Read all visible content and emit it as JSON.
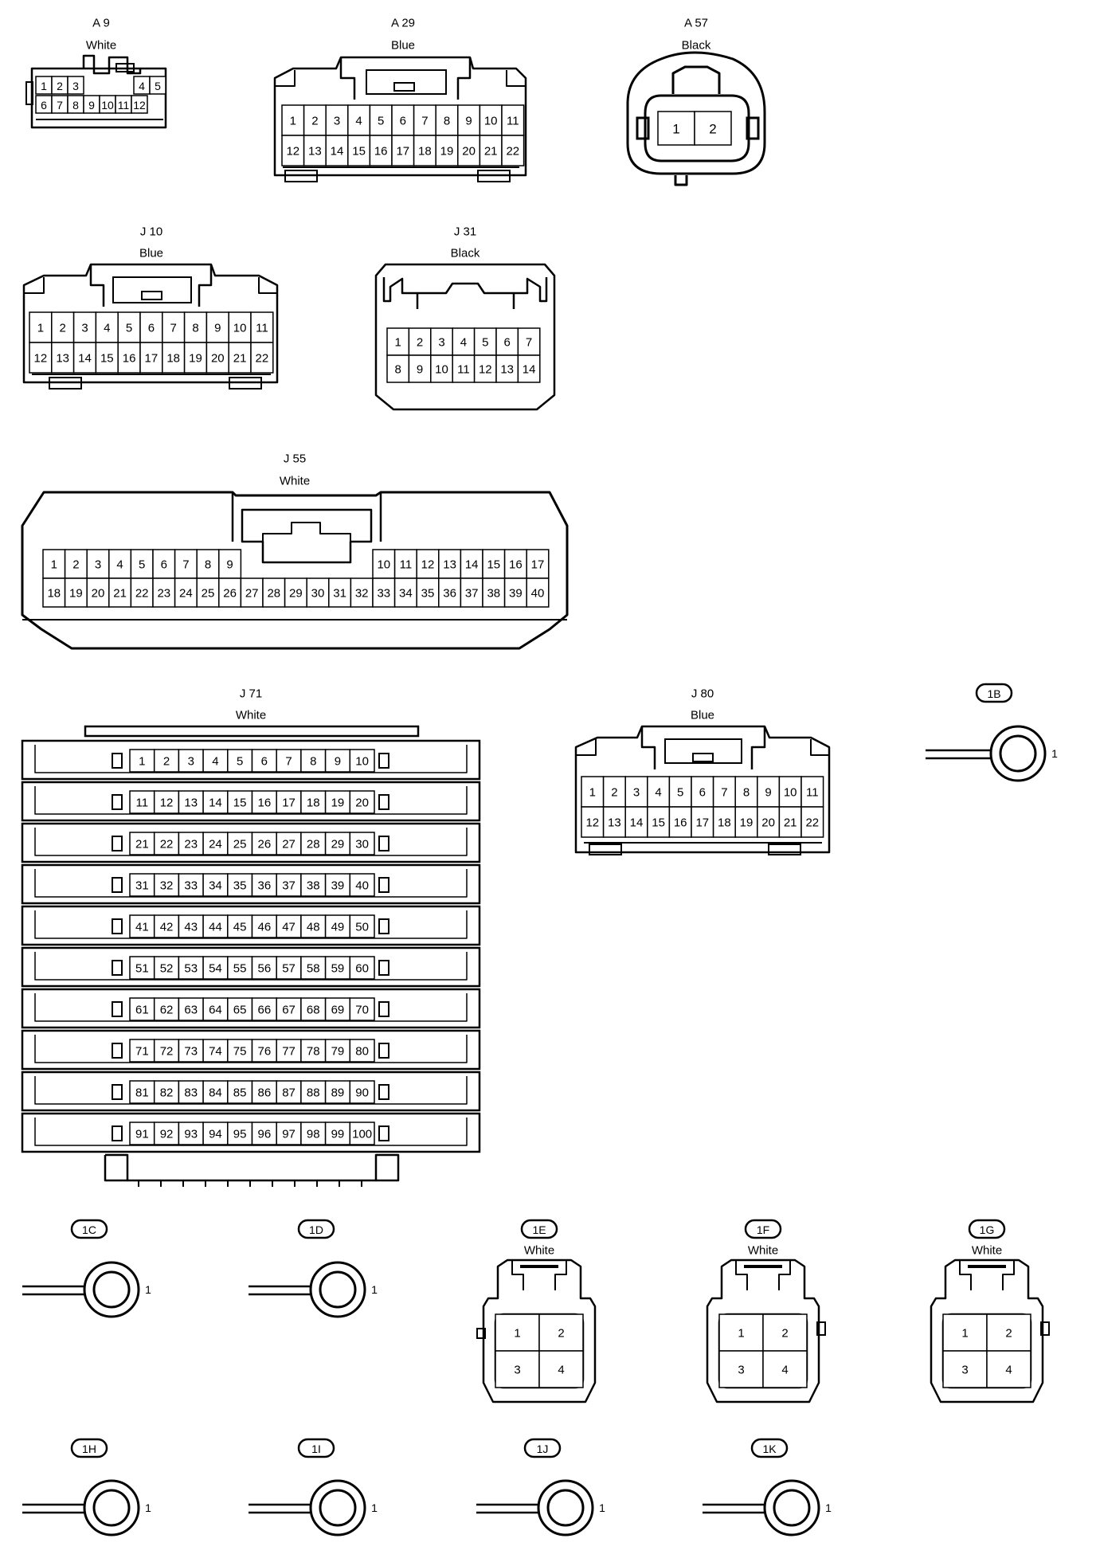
{
  "connectors": [
    {
      "id": "A 9",
      "color": "White",
      "pins": [
        "1",
        "2",
        "3",
        "4",
        "5",
        "6",
        "7",
        "8",
        "9",
        "10",
        "11",
        "12"
      ]
    },
    {
      "id": "A 29",
      "color": "Blue",
      "pins": [
        "1",
        "2",
        "3",
        "4",
        "5",
        "6",
        "7",
        "8",
        "9",
        "10",
        "11",
        "12",
        "13",
        "14",
        "15",
        "16",
        "17",
        "18",
        "19",
        "20",
        "21",
        "22"
      ]
    },
    {
      "id": "A 57",
      "color": "Black",
      "pins": [
        "1",
        "2"
      ]
    },
    {
      "id": "J 10",
      "color": "Blue",
      "pins": [
        "1",
        "2",
        "3",
        "4",
        "5",
        "6",
        "7",
        "8",
        "9",
        "10",
        "11",
        "12",
        "13",
        "14",
        "15",
        "16",
        "17",
        "18",
        "19",
        "20",
        "21",
        "22"
      ]
    },
    {
      "id": "J 31",
      "color": "Black",
      "pins": [
        "1",
        "2",
        "3",
        "4",
        "5",
        "6",
        "7",
        "8",
        "9",
        "10",
        "11",
        "12",
        "13",
        "14"
      ]
    },
    {
      "id": "J 55",
      "color": "White",
      "pins": [
        "1",
        "2",
        "3",
        "4",
        "5",
        "6",
        "7",
        "8",
        "9",
        "10",
        "11",
        "12",
        "13",
        "14",
        "15",
        "16",
        "17",
        "18",
        "19",
        "20",
        "21",
        "22",
        "23",
        "24",
        "25",
        "26",
        "27",
        "28",
        "29",
        "30",
        "31",
        "32",
        "33",
        "34",
        "35",
        "36",
        "37",
        "38",
        "39",
        "40"
      ]
    },
    {
      "id": "J 71",
      "color": "White",
      "pins": [
        "1",
        "2",
        "3",
        "4",
        "5",
        "6",
        "7",
        "8",
        "9",
        "10",
        "11",
        "12",
        "13",
        "14",
        "15",
        "16",
        "17",
        "18",
        "19",
        "20",
        "21",
        "22",
        "23",
        "24",
        "25",
        "26",
        "27",
        "28",
        "29",
        "30",
        "31",
        "32",
        "33",
        "34",
        "35",
        "36",
        "37",
        "38",
        "39",
        "40",
        "41",
        "42",
        "43",
        "44",
        "45",
        "46",
        "47",
        "48",
        "49",
        "50",
        "51",
        "52",
        "53",
        "54",
        "55",
        "56",
        "57",
        "58",
        "59",
        "60",
        "61",
        "62",
        "63",
        "64",
        "65",
        "66",
        "67",
        "68",
        "69",
        "70",
        "71",
        "72",
        "73",
        "74",
        "75",
        "76",
        "77",
        "78",
        "79",
        "80",
        "81",
        "82",
        "83",
        "84",
        "85",
        "86",
        "87",
        "88",
        "89",
        "90",
        "91",
        "92",
        "93",
        "94",
        "95",
        "96",
        "97",
        "98",
        "99",
        "100"
      ]
    },
    {
      "id": "J 80",
      "color": "Blue",
      "pins": [
        "1",
        "2",
        "3",
        "4",
        "5",
        "6",
        "7",
        "8",
        "9",
        "10",
        "11",
        "12",
        "13",
        "14",
        "15",
        "16",
        "17",
        "18",
        "19",
        "20",
        "21",
        "22"
      ]
    },
    {
      "id": "1B",
      "color": "",
      "pins": [
        "1"
      ]
    },
    {
      "id": "1C",
      "color": "",
      "pins": [
        "1"
      ]
    },
    {
      "id": "1D",
      "color": "",
      "pins": [
        "1"
      ]
    },
    {
      "id": "1E",
      "color": "White",
      "pins": [
        "1",
        "2",
        "3",
        "4"
      ]
    },
    {
      "id": "1F",
      "color": "White",
      "pins": [
        "1",
        "2",
        "3",
        "4"
      ]
    },
    {
      "id": "1G",
      "color": "White",
      "pins": [
        "1",
        "2",
        "3",
        "4"
      ]
    },
    {
      "id": "1H",
      "color": "",
      "pins": [
        "1"
      ]
    },
    {
      "id": "1I",
      "color": "",
      "pins": [
        "1"
      ]
    },
    {
      "id": "1J",
      "color": "",
      "pins": [
        "1"
      ]
    },
    {
      "id": "1K",
      "color": "",
      "pins": [
        "1"
      ]
    }
  ]
}
